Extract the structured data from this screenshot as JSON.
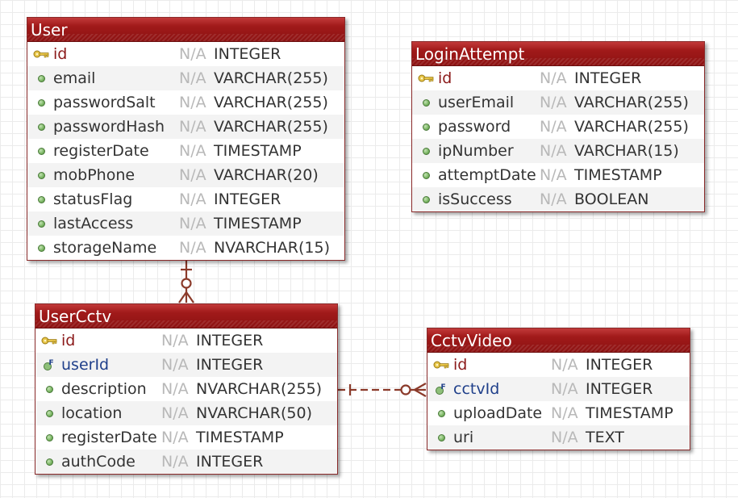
{
  "entities": {
    "user": {
      "name": "User",
      "columns": [
        {
          "name": "id",
          "null": "N/A",
          "type": "INTEGER",
          "icon": "primary-key-icon",
          "kind": "pk"
        },
        {
          "name": "email",
          "null": "N/A",
          "type": "VARCHAR(255)",
          "icon": "column-dot-icon",
          "kind": "col"
        },
        {
          "name": "passwordSalt",
          "null": "N/A",
          "type": "VARCHAR(255)",
          "icon": "column-dot-icon",
          "kind": "col"
        },
        {
          "name": "passwordHash",
          "null": "N/A",
          "type": "VARCHAR(255)",
          "icon": "column-dot-icon",
          "kind": "col"
        },
        {
          "name": "registerDate",
          "null": "N/A",
          "type": "TIMESTAMP",
          "icon": "column-dot-icon",
          "kind": "col"
        },
        {
          "name": "mobPhone",
          "null": "N/A",
          "type": "VARCHAR(20)",
          "icon": "column-dot-icon",
          "kind": "col"
        },
        {
          "name": "statusFlag",
          "null": "N/A",
          "type": "INTEGER",
          "icon": "column-dot-icon",
          "kind": "col"
        },
        {
          "name": "lastAccess",
          "null": "N/A",
          "type": "TIMESTAMP",
          "icon": "column-dot-icon",
          "kind": "col"
        },
        {
          "name": "storageName",
          "null": "N/A",
          "type": "NVARCHAR(15)",
          "icon": "column-dot-icon",
          "kind": "col"
        }
      ]
    },
    "loginAttempt": {
      "name": "LoginAttempt",
      "columns": [
        {
          "name": "id",
          "null": "N/A",
          "type": "INTEGER",
          "icon": "primary-key-icon",
          "kind": "pk"
        },
        {
          "name": "userEmail",
          "null": "N/A",
          "type": "VARCHAR(255)",
          "icon": "column-dot-icon",
          "kind": "col"
        },
        {
          "name": "password",
          "null": "N/A",
          "type": "VARCHAR(255)",
          "icon": "column-dot-icon",
          "kind": "col"
        },
        {
          "name": "ipNumber",
          "null": "N/A",
          "type": "VARCHAR(15)",
          "icon": "column-dot-icon",
          "kind": "col"
        },
        {
          "name": "attemptDate",
          "null": "N/A",
          "type": "TIMESTAMP",
          "icon": "column-dot-icon",
          "kind": "col"
        },
        {
          "name": "isSuccess",
          "null": "N/A",
          "type": "BOOLEAN",
          "icon": "column-dot-icon",
          "kind": "col"
        }
      ]
    },
    "userCctv": {
      "name": "UserCctv",
      "columns": [
        {
          "name": "id",
          "null": "N/A",
          "type": "INTEGER",
          "icon": "primary-key-icon",
          "kind": "pk"
        },
        {
          "name": "userId",
          "null": "N/A",
          "type": "INTEGER",
          "icon": "foreign-key-icon",
          "kind": "fk"
        },
        {
          "name": "description",
          "null": "N/A",
          "type": "NVARCHAR(255)",
          "icon": "column-dot-icon",
          "kind": "col"
        },
        {
          "name": "location",
          "null": "N/A",
          "type": "NVARCHAR(50)",
          "icon": "column-dot-icon",
          "kind": "col"
        },
        {
          "name": "registerDate",
          "null": "N/A",
          "type": "TIMESTAMP",
          "icon": "column-dot-icon",
          "kind": "col"
        },
        {
          "name": "authCode",
          "null": "N/A",
          "type": "INTEGER",
          "icon": "column-dot-icon",
          "kind": "col"
        }
      ]
    },
    "cctvVideo": {
      "name": "CctvVideo",
      "columns": [
        {
          "name": "id",
          "null": "N/A",
          "type": "INTEGER",
          "icon": "primary-key-icon",
          "kind": "pk"
        },
        {
          "name": "cctvId",
          "null": "N/A",
          "type": "INTEGER",
          "icon": "foreign-key-icon",
          "kind": "fk"
        },
        {
          "name": "uploadDate",
          "null": "N/A",
          "type": "TIMESTAMP",
          "icon": "column-dot-icon",
          "kind": "col"
        },
        {
          "name": "uri",
          "null": "N/A",
          "type": "TEXT",
          "icon": "column-dot-icon",
          "kind": "col"
        }
      ]
    }
  },
  "relationships": [
    {
      "from": "User",
      "to": "UserCctv",
      "from_cardinality": "one",
      "to_cardinality": "zero-or-many",
      "line": "solid"
    },
    {
      "from": "UserCctv",
      "to": "CctvVideo",
      "from_cardinality": "one",
      "to_cardinality": "zero-or-many",
      "line": "dashed"
    }
  ],
  "colors": {
    "header": "#a11a1a",
    "primary_key_text": "#8b1a1a",
    "foreign_key_text": "#1f3f8a",
    "null_text": "#b8b8b8",
    "connector": "#8b3a2a"
  }
}
